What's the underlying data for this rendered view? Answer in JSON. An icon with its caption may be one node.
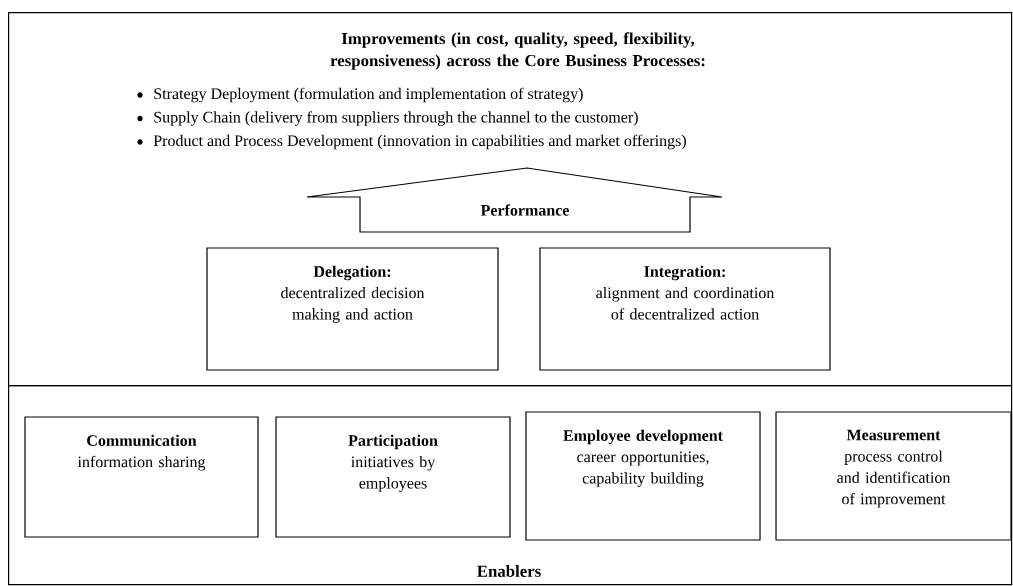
{
  "diagram": {
    "nodes": [
      {
        "text": [
          "Improvements (in cost, quality, speed, flexibility, responsiveness) across the Core Business Processes:",
          "Strategy Deployment (formulation and implementation of strategy)",
          "Supply Chain (delivery from suppliers through the channel to the customer)",
          "Product and Process Development (innovation in capabilities and market offerings)"
        ]
      },
      {
        "text": [
          "Performance"
        ],
        "in": 0
      },
      {
        "text": [
          "Delegation:",
          "decentralized decision making and action"
        ],
        "in": 0
      },
      {
        "text": [
          "Integration:",
          "alignment and coordination of decentralized action"
        ],
        "in": 0
      },
      {
        "text": [
          "Enablers"
        ]
      },
      {
        "text": [
          "Communication",
          "information sharing"
        ],
        "in": 4
      },
      {
        "text": [
          "Participation",
          "initiatives by employees"
        ],
        "in": 4
      },
      {
        "text": [
          "Employee development",
          "career opportunities, capability building"
        ],
        "in": 4
      },
      {
        "text": [
          "Measurement",
          "process control and identification of improvement"
        ],
        "in": 4
      }
    ],
    "edges": []
  }
}
